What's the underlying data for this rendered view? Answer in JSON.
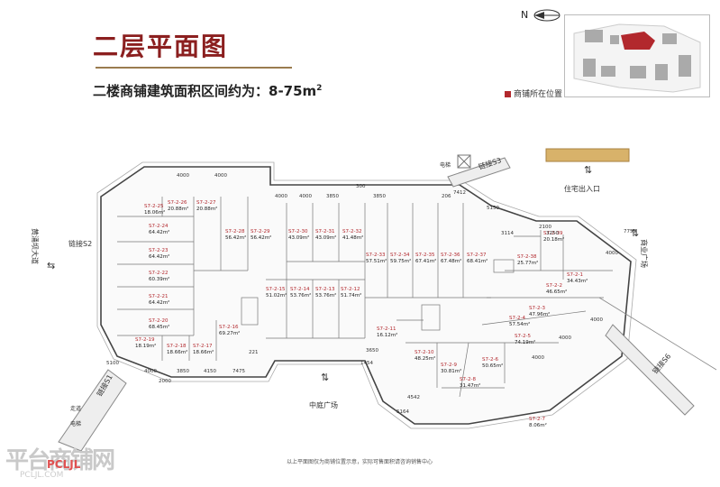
{
  "header": {
    "title": "二层平面图",
    "subtitle_prefix": "二楼商铺建筑面积区间约为：8-75m",
    "subtitle_sup": "2"
  },
  "minimap": {
    "north_label": "N",
    "legend_label": "商铺所在位置",
    "highlight_color": "#b2282d"
  },
  "labels": {
    "link_s3": "链接S3",
    "elevator_top": "电梯",
    "residential_entrance": "住宅出入口",
    "commercial_plaza": "商业广场",
    "link_s2": "链接S2",
    "huangyongba_road": "黄涌坝大道",
    "link_s1": "链接S1",
    "corridor": "走道",
    "elevator_bottom": "电梯",
    "central_courtyard": "中庭广场",
    "link_s6": "链接S6"
  },
  "dimensions": [
    "4000",
    "4000",
    "300",
    "4000",
    "4000",
    "3850",
    "3850",
    "206",
    "7412",
    "5150",
    "2100",
    "3114",
    "3250",
    "7750",
    "4000",
    "4000",
    "4000",
    "4000",
    "4000",
    "3850",
    "4150",
    "7475",
    "221",
    "5100",
    "2000",
    "3650",
    "1454",
    "4542",
    "5164"
  ],
  "units": [
    {
      "id": "S7-2-25",
      "area": "18.06m²"
    },
    {
      "id": "S7-2-26",
      "area": "20.88m²"
    },
    {
      "id": "S7-2-27",
      "area": "20.88m²"
    },
    {
      "id": "S7-2-24",
      "area": "64.42m²"
    },
    {
      "id": "S7-2-23",
      "area": "64.42m²"
    },
    {
      "id": "S7-2-22",
      "area": "60.39m²"
    },
    {
      "id": "S7-2-21",
      "area": "64.42m²"
    },
    {
      "id": "S7-2-20",
      "area": "68.45m²"
    },
    {
      "id": "S7-2-19",
      "area": "18.19m²"
    },
    {
      "id": "S7-2-18",
      "area": "18.66m²"
    },
    {
      "id": "S7-2-17",
      "area": "18.66m²"
    },
    {
      "id": "S7-2-28",
      "area": "56.42m²"
    },
    {
      "id": "S7-2-29",
      "area": "56.42m²"
    },
    {
      "id": "S7-2-16",
      "area": "69.27m²"
    },
    {
      "id": "S7-2-30",
      "area": "43.09m²"
    },
    {
      "id": "S7-2-31",
      "area": "43.09m²"
    },
    {
      "id": "S7-2-32",
      "area": "41.48m²"
    },
    {
      "id": "S7-2-15",
      "area": "51.02m²"
    },
    {
      "id": "S7-2-14",
      "area": "53.76m²"
    },
    {
      "id": "S7-2-13",
      "area": "53.76m²"
    },
    {
      "id": "S7-2-12",
      "area": "51.74m²"
    },
    {
      "id": "S7-2-33",
      "area": "57.51m²"
    },
    {
      "id": "S7-2-34",
      "area": "59.75m²"
    },
    {
      "id": "S7-2-35",
      "area": "67.41m²"
    },
    {
      "id": "S7-2-36",
      "area": "67.48m²"
    },
    {
      "id": "S7-2-37",
      "area": "68.41m²"
    },
    {
      "id": "S7-2-38",
      "area": "25.77m²"
    },
    {
      "id": "S7-2-39",
      "area": "20.18m²"
    },
    {
      "id": "S7-2-1",
      "area": "34.43m²"
    },
    {
      "id": "S7-2-2",
      "area": "46.65m²"
    },
    {
      "id": "S7-2-3",
      "area": "47.96m²"
    },
    {
      "id": "S7-2-4",
      "area": "57.54m²"
    },
    {
      "id": "S7-2-5",
      "area": "74.19m²"
    },
    {
      "id": "S7-2-6",
      "area": "50.65m²"
    },
    {
      "id": "S7-2-11",
      "area": "16.12m²"
    },
    {
      "id": "S7-2-10",
      "area": "48.25m²"
    },
    {
      "id": "S7-2-9",
      "area": "30.81m²"
    },
    {
      "id": "S7-2-8",
      "area": "31.47m²"
    },
    {
      "id": "S7-2-7",
      "area": "8.06m²"
    }
  ],
  "footer_note": "以上平面图仅为商铺位置示意，实际可售面积请咨询销售中心",
  "watermark": {
    "main": "平台商铺网",
    "tag": "PCLJL",
    "url": "PCLJL.COM"
  }
}
